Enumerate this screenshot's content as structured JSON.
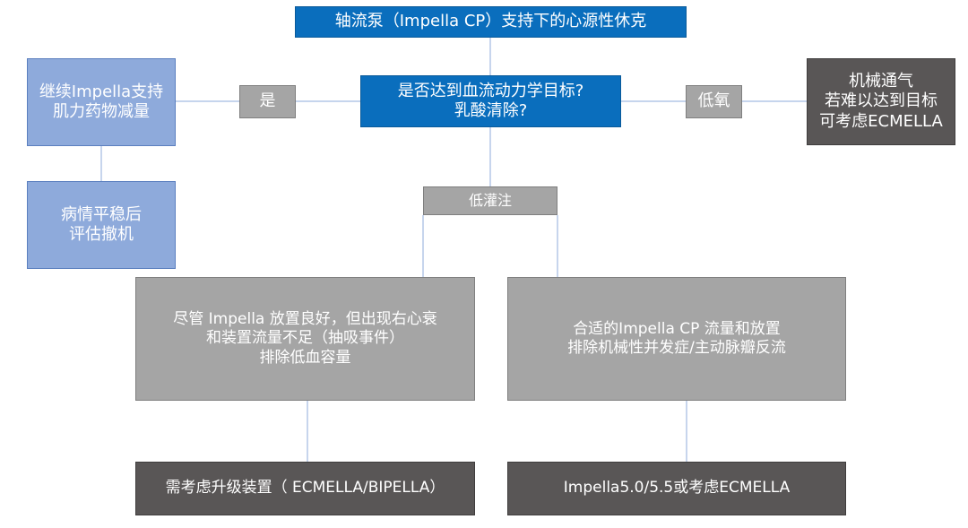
{
  "diagram": {
    "title": "轴流泵（Impella CP）支持下的心源性休克",
    "question": {
      "line1": "是否达到血流动力学目标?",
      "line2": "乳酸清除?"
    },
    "edge_yes": "是",
    "edge_hypoxia": "低氧",
    "edge_low_perfusion": "低灌注",
    "yes_action": {
      "line1": "继续Impella支持",
      "line2": "肌力药物减量"
    },
    "yes_next": {
      "line1": "病情平稳后",
      "line2": "评估撤机"
    },
    "hypoxia_action": {
      "line1": "机械通气",
      "line2": "若难以达到目标",
      "line3": "可考虑ECMELLA"
    },
    "left_branch": {
      "line1": "尽管 Impella 放置良好，但出现右心衰",
      "line2": "和装置流量不足（抽吸事件）",
      "line3": "排除低血容量"
    },
    "right_branch": {
      "line1": "合适的Impella CP 流量和放置",
      "line2": "排除机械性并发症/主动脉瓣反流"
    },
    "left_outcome": "需考虑升级装置（ ECMELLA/BIPELLA）",
    "right_outcome": "Impella5.0/5.5或考虑ECMELLA"
  }
}
